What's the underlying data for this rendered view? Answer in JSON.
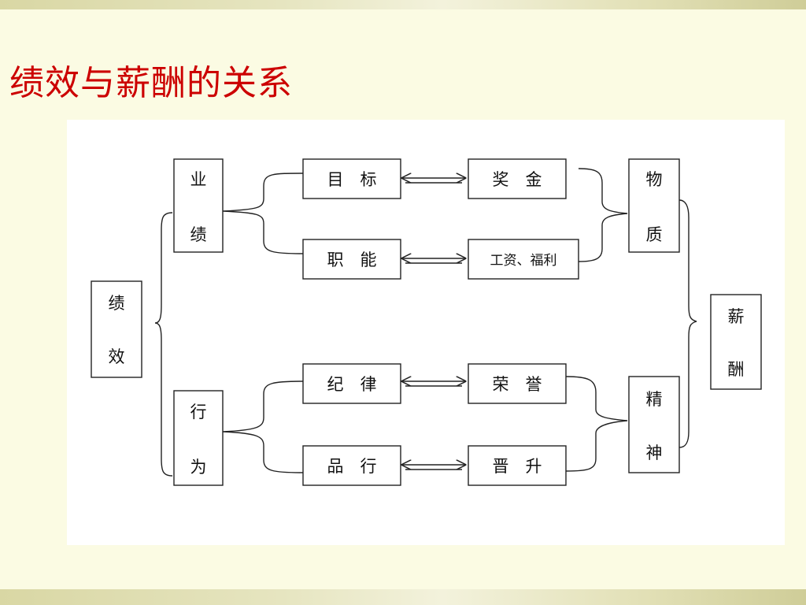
{
  "title": "绩效与薪酬的关系",
  "diagram": {
    "nodes": {
      "jixiao": [
        "绩",
        "效"
      ],
      "yeji": [
        "业",
        "绩"
      ],
      "xingwei": [
        "行",
        "为"
      ],
      "mubiao": "目　标",
      "zhineng": "职　能",
      "jilv": "纪　律",
      "pinxing": "品　行",
      "jiangjin": "奖　金",
      "gongzi": "工资、福利",
      "rongyu": "荣　誉",
      "jinsheng": "晋　升",
      "wuzhi": [
        "物",
        "质"
      ],
      "jingshen": [
        "精",
        "神"
      ],
      "xinchou": [
        "薪",
        "酬"
      ]
    },
    "line_color": "#222222"
  }
}
